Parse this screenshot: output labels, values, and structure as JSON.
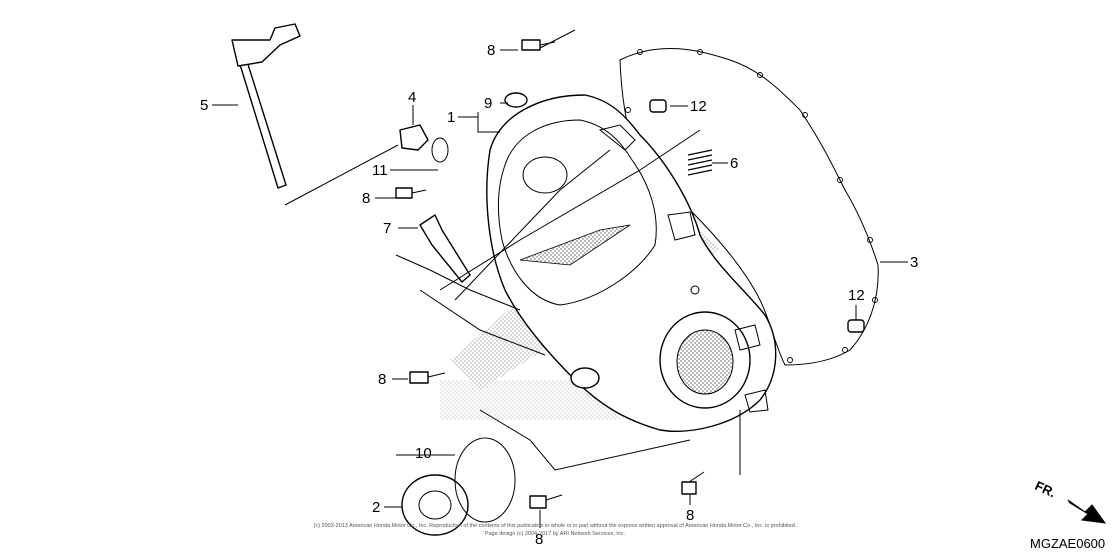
{
  "diagram": {
    "drawing_code": "MGZAE0600",
    "direction_label": "FR.",
    "copyright_line1": "(c) 2003-2013 American Honda Motor Co., Inc. Reproduction of the contents of this publication in whole or in part without the express written approval of American Honda Motor Co., Inc. is prohibited.",
    "copyright_line2": "Page design (c) 2004-2017 by ARI Network Services, Inc.",
    "callouts": {
      "c1": "1",
      "c2": "2",
      "c3": "3",
      "c4": "4",
      "c5": "5",
      "c6": "6",
      "c7": "7",
      "c8_top": "8",
      "c8_left": "8",
      "c8_mid": "8",
      "c8_bottom_right": "8",
      "c8_bottom": "8",
      "c9": "9",
      "c10": "10",
      "c11": "11",
      "c12_top": "12",
      "c12_right": "12"
    }
  }
}
